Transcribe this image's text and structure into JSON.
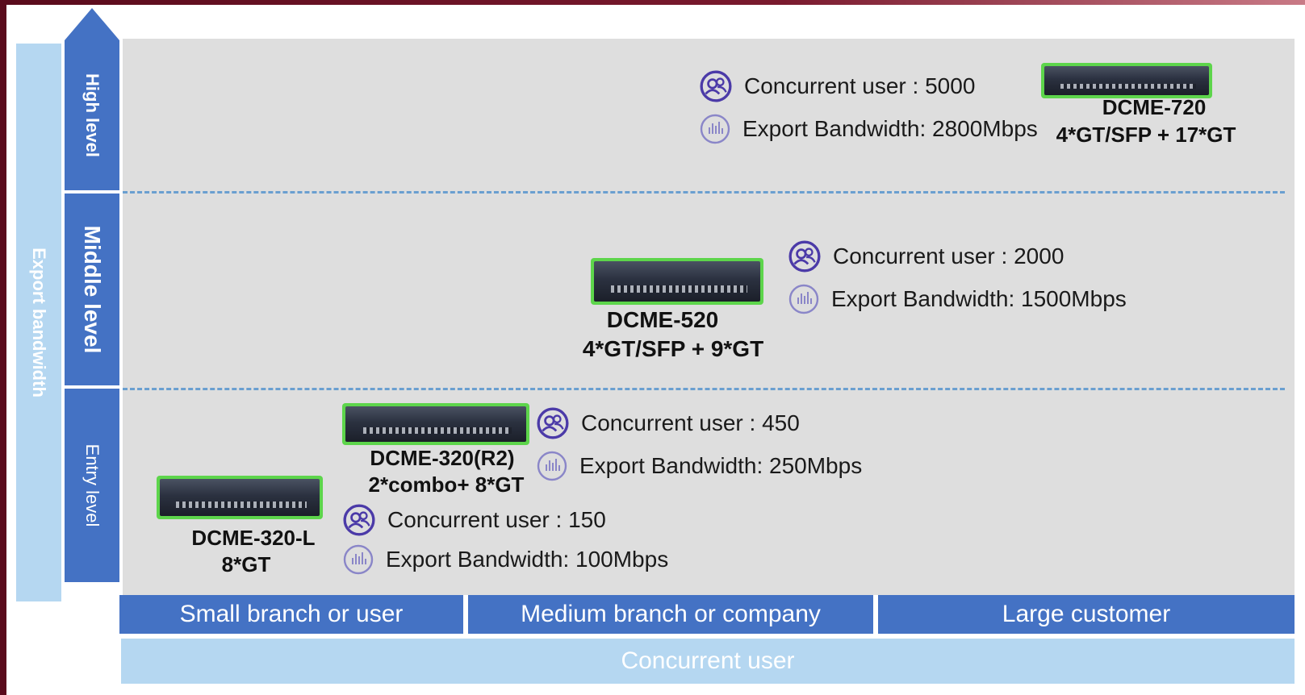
{
  "y_axis": {
    "label": "Export bandwidth"
  },
  "levels": {
    "high": "High level",
    "middle": "Middle level",
    "entry": "Entry level"
  },
  "x_axis": {
    "label": "Concurrent user",
    "categories": [
      "Small branch or user",
      "Medium branch or company",
      "Large customer"
    ]
  },
  "devices": {
    "dcme720": {
      "name": "DCME-720",
      "ports": "4*GT/SFP + 17*GT",
      "users": "Concurrent user : 5000",
      "bandwidth": "Export Bandwidth: 2800Mbps"
    },
    "dcme520": {
      "name": "DCME-520",
      "ports": "4*GT/SFP + 9*GT",
      "users": "Concurrent user : 2000",
      "bandwidth": "Export Bandwidth: 1500Mbps"
    },
    "dcme320r2": {
      "name": "DCME-320(R2)",
      "ports": "2*combo+ 8*GT",
      "users": "Concurrent user : 450",
      "bandwidth": "Export Bandwidth: 250Mbps"
    },
    "dcme320l": {
      "name": "DCME-320-L",
      "ports": "8*GT",
      "users": "Concurrent user : 150",
      "bandwidth": "Export Bandwidth: 100Mbps"
    }
  },
  "icons": {
    "users": "users-icon",
    "bandwidth": "bandwidth-icon"
  },
  "colors": {
    "level_blue": "#4472c4",
    "axis_light_blue": "#b5d7f1",
    "device_highlight": "#5dd54b",
    "icon_purple": "#4b3aa8",
    "dash": "#6a9fd0"
  }
}
